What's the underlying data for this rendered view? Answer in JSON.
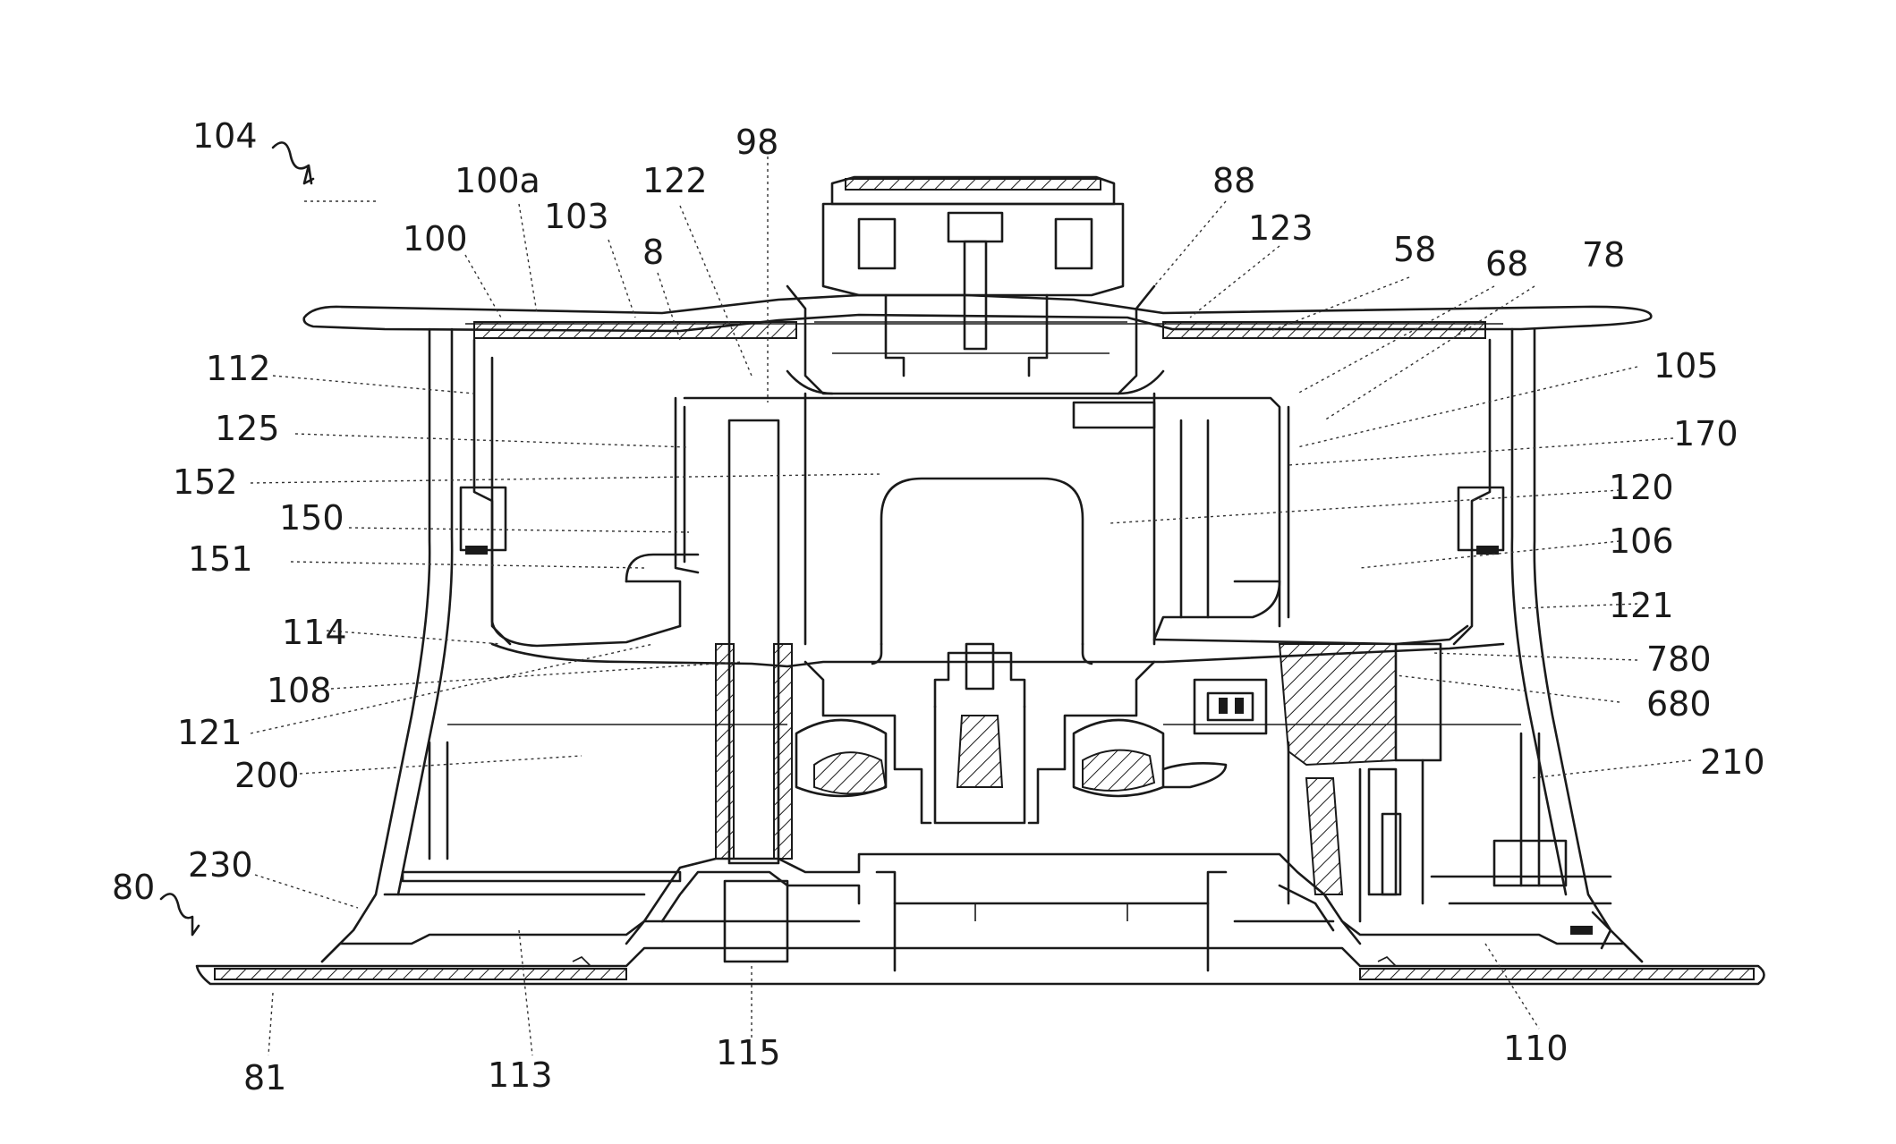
{
  "labels": {
    "l104": "104",
    "l100a": "100a",
    "l98": "98",
    "l122": "122",
    "l88": "88",
    "l123": "123",
    "l103": "103",
    "l100": "100",
    "l8": "8",
    "l58": "58",
    "l68": "68",
    "l78": "78",
    "l105": "105",
    "l112": "112",
    "l125": "125",
    "l170": "170",
    "l152": "152",
    "l120": "120",
    "l150": "150",
    "l106": "106",
    "l151": "151",
    "l121a": "121",
    "l114": "114",
    "l780": "780",
    "l108": "108",
    "l680": "680",
    "l121b": "121",
    "l210": "210",
    "l200": "200",
    "l230": "230",
    "l80": "80",
    "l81": "81",
    "l113": "113",
    "l115": "115",
    "l110": "110"
  }
}
